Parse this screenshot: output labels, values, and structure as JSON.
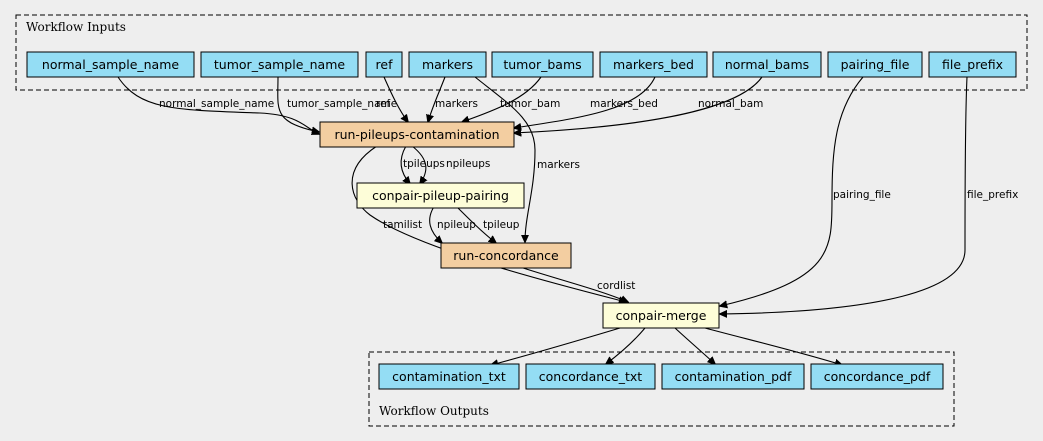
{
  "clusters": {
    "inputs": "Workflow Inputs",
    "outputs": "Workflow Outputs"
  },
  "inputs": {
    "normal_sample_name": "normal_sample_name",
    "tumor_sample_name": "tumor_sample_name",
    "ref": "ref",
    "markers": "markers",
    "tumor_bams": "tumor_bams",
    "markers_bed": "markers_bed",
    "normal_bams": "normal_bams",
    "pairing_file": "pairing_file",
    "file_prefix": "file_prefix"
  },
  "steps": {
    "run_pileups": "run-pileups-contamination",
    "pileup_pairing": "conpair-pileup-pairing",
    "run_concordance": "run-concordance",
    "merge": "conpair-merge"
  },
  "outputs": {
    "contamination_txt": "contamination_txt",
    "concordance_txt": "concordance_txt",
    "contamination_pdf": "contamination_pdf",
    "concordance_pdf": "concordance_pdf"
  },
  "edge_labels": {
    "normal_sample_name": "normal_sample_name",
    "tumor_sample_name": "tumor_sample_name",
    "ref": "ref",
    "markers": "markers",
    "tumor_bam": "tumor_bam",
    "markers_bed": "markers_bed",
    "normal_bam": "normal_bam",
    "markers_concordance": "markers",
    "tpileups": "tpileups",
    "npileups": "npileups",
    "npileup": "npileup",
    "tpileup": "tpileup",
    "tamilist": "tamilist",
    "cordlist": "cordlist",
    "pairing_file": "pairing_file",
    "file_prefix": "file_prefix"
  }
}
